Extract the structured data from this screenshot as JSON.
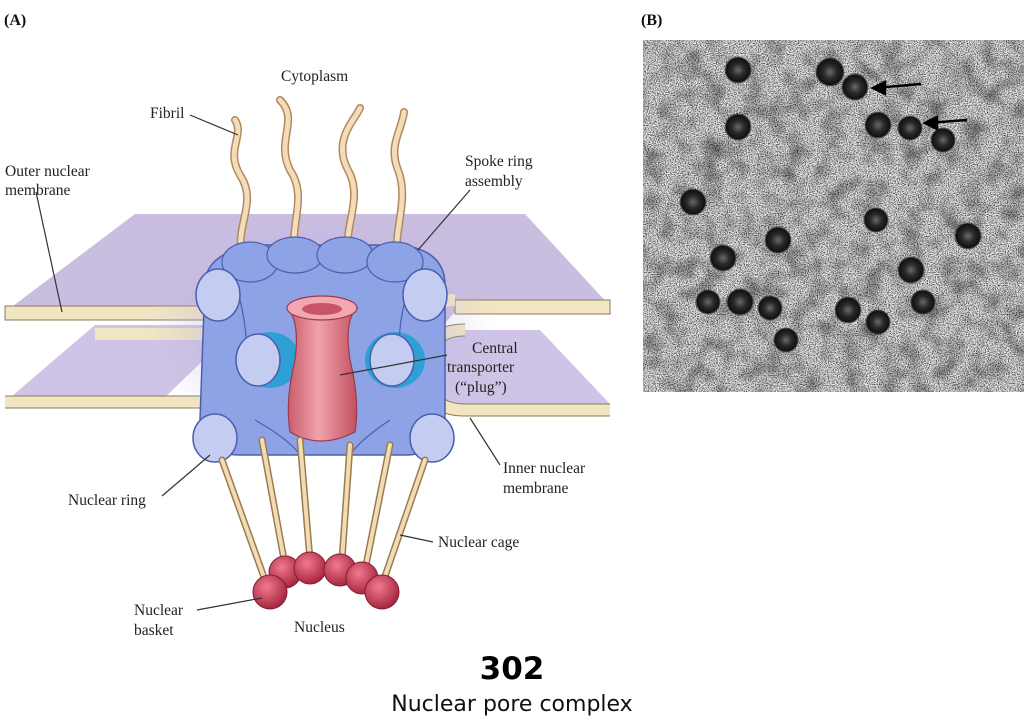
{
  "panels": {
    "a": {
      "letter": "(A)"
    },
    "b": {
      "letter": "(B)"
    }
  },
  "diagram": {
    "labels": {
      "cytoplasm": "Cytoplasm",
      "fibril": "Fibril",
      "outer_membrane_1": "Outer nuclear",
      "outer_membrane_2": "membrane",
      "spoke_ring_1": "Spoke ring",
      "spoke_ring_2": "assembly",
      "central_1": "Central",
      "central_2": "transporter",
      "central_3": "(“plug”)",
      "inner_membrane_1": "Inner nuclear",
      "inner_membrane_2": "membrane",
      "nuclear_ring": "Nuclear ring",
      "nuclear_cage": "Nuclear cage",
      "basket_1": "Nuclear",
      "basket_2": "basket",
      "nucleus": "Nucleus"
    },
    "colors": {
      "membrane_fill": "#c9bde0",
      "membrane_edge": "#f2e6c2",
      "spoke_blue": "#8ea2e6",
      "spoke_dark": "#5f74c8",
      "ring_light": "#c4ccf2",
      "plug_pink": "#e3838f",
      "basket_red": "#c83c55",
      "fibril_tan": "#e6c9a0"
    }
  },
  "micrograph": {
    "description_icon": "electron-micrograph-image"
  },
  "caption": {
    "number": "302",
    "title": "Nuclear pore complex"
  }
}
